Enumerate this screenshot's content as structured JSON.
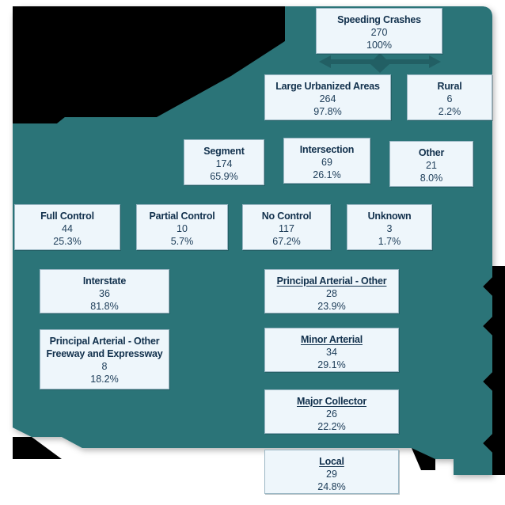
{
  "theme": {
    "background_panel": "#2B7478",
    "page_background": "#ffffff",
    "mask_color": "#000000",
    "node_fill": "#EEF6FB",
    "node_border": "#9BB7C4",
    "text_color": "#13304B",
    "connector_color": "#225F64"
  },
  "chart_data": {
    "type": "diagram",
    "title": "Speeding Crashes",
    "subtype": "flow-breakdown-tree",
    "levels": [
      {
        "level": 0,
        "name": "total",
        "nodes": [
          {
            "label": "Speeding Crashes",
            "count": "270",
            "percent": "100%",
            "underlined": false
          }
        ]
      },
      {
        "level": 1,
        "name": "area-type",
        "nodes": [
          {
            "label": "Large Urbanized Areas",
            "count": "264",
            "percent": "97.8%",
            "underlined": false
          },
          {
            "label": "Rural",
            "count": "6",
            "percent": "2.2%",
            "underlined": false
          }
        ]
      },
      {
        "level": 2,
        "name": "location-type",
        "nodes": [
          {
            "label": "Segment",
            "count": "174",
            "percent": "65.9%",
            "underlined": false
          },
          {
            "label": "Intersection",
            "count": "69",
            "percent": "26.1%",
            "underlined": false
          },
          {
            "label": "Other",
            "count": "21",
            "percent": "8.0%",
            "underlined": false
          }
        ]
      },
      {
        "level": 3,
        "name": "access-control",
        "nodes": [
          {
            "label": "Full Control",
            "count": "44",
            "percent": "25.3%",
            "underlined": false
          },
          {
            "label": "Partial Control",
            "count": "10",
            "percent": "5.7%",
            "underlined": false
          },
          {
            "label": "No Control",
            "count": "117",
            "percent": "67.2%",
            "underlined": false
          },
          {
            "label": "Unknown",
            "count": "3",
            "percent": "1.7%",
            "underlined": false
          }
        ]
      },
      {
        "level": 4,
        "name": "functional-class-full-control",
        "nodes": [
          {
            "label": "Interstate",
            "count": "36",
            "percent": "81.8%",
            "underlined": false
          },
          {
            "label": "Principal Arterial - Other\nFreeway and Expressway",
            "count": "8",
            "percent": "18.2%",
            "underlined": false
          }
        ]
      },
      {
        "level": 5,
        "name": "functional-class-no-control",
        "nodes": [
          {
            "label": "Principal Arterial - Other",
            "count": "28",
            "percent": "23.9%",
            "underlined": true
          },
          {
            "label": "Minor Arterial",
            "count": "34",
            "percent": "29.1%",
            "underlined": true
          },
          {
            "label": "Major Collector",
            "count": "26",
            "percent": "22.2%",
            "underlined": true
          },
          {
            "label": "Local",
            "count": "29",
            "percent": "24.8%",
            "underlined": true
          }
        ]
      }
    ]
  },
  "nodes": {
    "speeding_crashes": {
      "label": "Speeding Crashes",
      "count": "270",
      "percent": "100%"
    },
    "large_urbanized_areas": {
      "label": "Large Urbanized Areas",
      "count": "264",
      "percent": "97.8%"
    },
    "rural": {
      "label": "Rural",
      "count": "6",
      "percent": "2.2%"
    },
    "segment": {
      "label": "Segment",
      "count": "174",
      "percent": "65.9%"
    },
    "intersection": {
      "label": "Intersection",
      "count": "69",
      "percent": "26.1%"
    },
    "other": {
      "label": "Other",
      "count": "21",
      "percent": "8.0%"
    },
    "full_control": {
      "label": "Full Control",
      "count": "44",
      "percent": "25.3%"
    },
    "partial_control": {
      "label": "Partial Control",
      "count": "10",
      "percent": "5.7%"
    },
    "no_control": {
      "label": "No Control",
      "count": "117",
      "percent": "67.2%"
    },
    "unknown": {
      "label": "Unknown",
      "count": "3",
      "percent": "1.7%"
    },
    "interstate": {
      "label": "Interstate",
      "count": "36",
      "percent": "81.8%"
    },
    "pa_other_freeway": {
      "label": "Principal Arterial - Other\nFreeway and Expressway",
      "count": "8",
      "percent": "18.2%"
    },
    "pa_other": {
      "label": "Principal Arterial - Other",
      "count": "28",
      "percent": "23.9%"
    },
    "minor_arterial": {
      "label": "Minor Arterial",
      "count": "34",
      "percent": "29.1%"
    },
    "major_collector": {
      "label": "Major Collector",
      "count": "26",
      "percent": "22.2%"
    },
    "local": {
      "label": "Local",
      "count": "29",
      "percent": "24.8%"
    }
  }
}
